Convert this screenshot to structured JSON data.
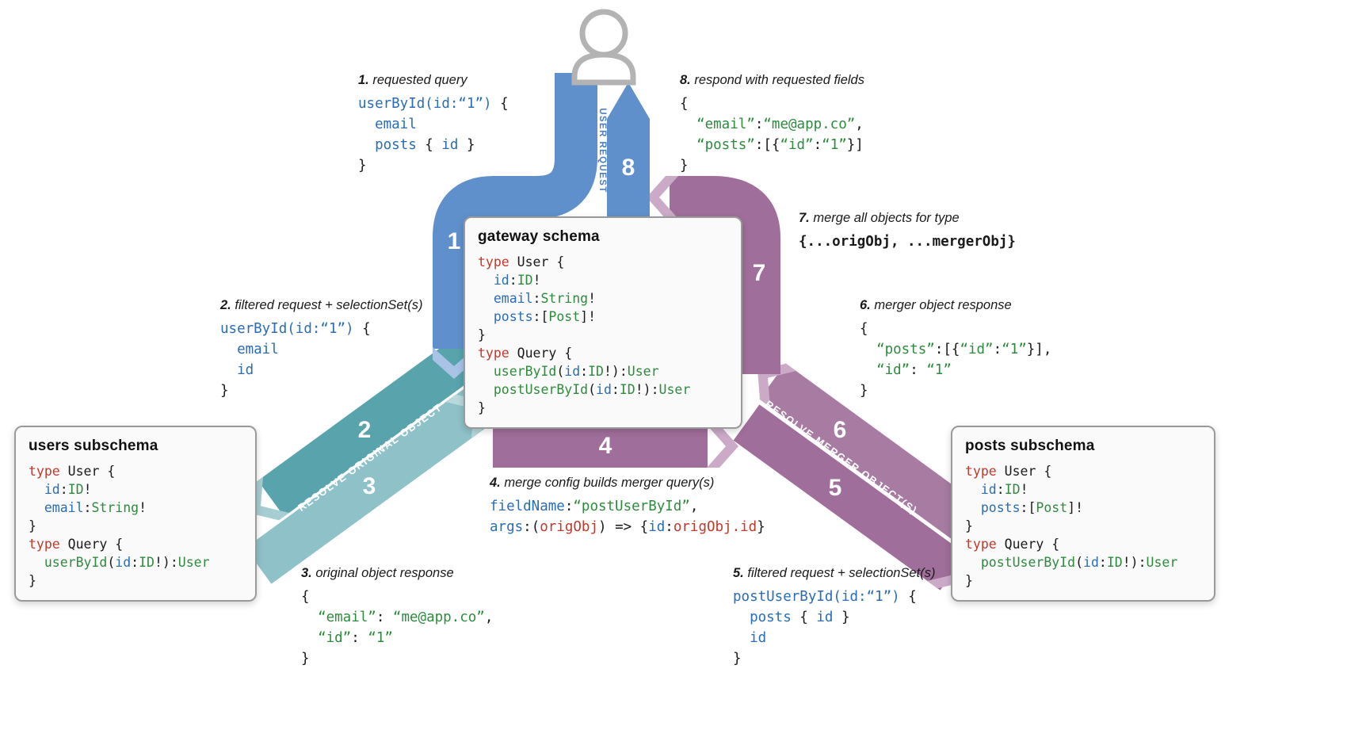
{
  "bands": {
    "user_request_label": "USER REQUEST",
    "resolve_original_label": "RESOLVE ORIGINAL OBJECT",
    "resolve_merger_label": "RESOLVE MERGER OBJECT(S)",
    "numbers": {
      "n1": "1",
      "n2": "2",
      "n3": "3",
      "n4": "4",
      "n5": "5",
      "n6": "6",
      "n7": "7",
      "n8": "8"
    },
    "colors": {
      "blue": "#6090cc",
      "blue_light": "#a8c3e6",
      "teal": "#58a3ac",
      "teal_light": "#8fc1c8",
      "teal_chevron": "#a6cdd2",
      "purple": "#a06e9a",
      "purple_light": "#a87ba2",
      "purple_chevron": "#cbaac7",
      "user_gray": "#b3b3b3"
    }
  },
  "gateway": {
    "title": "gateway schema",
    "code": [
      [
        [
          "r",
          "type"
        ],
        [
          "k",
          " User {"
        ]
      ],
      [
        [
          "k",
          "  "
        ],
        [
          "b",
          "id"
        ],
        [
          "k",
          ":"
        ],
        [
          "g",
          "ID"
        ],
        [
          "k",
          "!"
        ]
      ],
      [
        [
          "k",
          "  "
        ],
        [
          "b",
          "email"
        ],
        [
          "k",
          ":"
        ],
        [
          "g",
          "String"
        ],
        [
          "k",
          "!"
        ]
      ],
      [
        [
          "k",
          "  "
        ],
        [
          "b",
          "posts"
        ],
        [
          "k",
          ":["
        ],
        [
          "g",
          "Post"
        ],
        [
          "k",
          "]!"
        ]
      ],
      [
        [
          "k",
          "}"
        ]
      ],
      [
        [
          "r",
          "type"
        ],
        [
          "k",
          " Query {"
        ]
      ],
      [
        [
          "k",
          "  "
        ],
        [
          "g",
          "userById"
        ],
        [
          "k",
          "("
        ],
        [
          "b",
          "id"
        ],
        [
          "k",
          ":"
        ],
        [
          "g",
          "ID"
        ],
        [
          "k",
          "!):"
        ],
        [
          "g",
          "User"
        ]
      ],
      [
        [
          "k",
          "  "
        ],
        [
          "g",
          "postUserById"
        ],
        [
          "k",
          "("
        ],
        [
          "b",
          "id"
        ],
        [
          "k",
          ":"
        ],
        [
          "g",
          "ID"
        ],
        [
          "k",
          "!):"
        ],
        [
          "g",
          "User"
        ]
      ],
      [
        [
          "k",
          "}"
        ]
      ]
    ]
  },
  "users_subschema": {
    "title": "users subschema",
    "code": [
      [
        [
          "r",
          "type"
        ],
        [
          "k",
          " User {"
        ]
      ],
      [
        [
          "k",
          "  "
        ],
        [
          "b",
          "id"
        ],
        [
          "k",
          ":"
        ],
        [
          "g",
          "ID"
        ],
        [
          "k",
          "!"
        ]
      ],
      [
        [
          "k",
          "  "
        ],
        [
          "b",
          "email"
        ],
        [
          "k",
          ":"
        ],
        [
          "g",
          "String"
        ],
        [
          "k",
          "!"
        ]
      ],
      [
        [
          "k",
          "}"
        ]
      ],
      [
        [
          "r",
          "type"
        ],
        [
          "k",
          " Query {"
        ]
      ],
      [
        [
          "k",
          "  "
        ],
        [
          "g",
          "userById"
        ],
        [
          "k",
          "("
        ],
        [
          "b",
          "id"
        ],
        [
          "k",
          ":"
        ],
        [
          "g",
          "ID"
        ],
        [
          "k",
          "!):"
        ],
        [
          "g",
          "User"
        ]
      ],
      [
        [
          "k",
          "}"
        ]
      ]
    ]
  },
  "posts_subschema": {
    "title": "posts subschema",
    "code": [
      [
        [
          "r",
          "type"
        ],
        [
          "k",
          " User {"
        ]
      ],
      [
        [
          "k",
          "  "
        ],
        [
          "b",
          "id"
        ],
        [
          "k",
          ":"
        ],
        [
          "g",
          "ID"
        ],
        [
          "k",
          "!"
        ]
      ],
      [
        [
          "k",
          "  "
        ],
        [
          "b",
          "posts"
        ],
        [
          "k",
          ":["
        ],
        [
          "g",
          "Post"
        ],
        [
          "k",
          "]!"
        ]
      ],
      [
        [
          "k",
          "}"
        ]
      ],
      [
        [
          "r",
          "type"
        ],
        [
          "k",
          " Query {"
        ]
      ],
      [
        [
          "k",
          "  "
        ],
        [
          "g",
          "postUserById"
        ],
        [
          "k",
          "("
        ],
        [
          "b",
          "id"
        ],
        [
          "k",
          ":"
        ],
        [
          "g",
          "ID"
        ],
        [
          "k",
          "!):"
        ],
        [
          "g",
          "User"
        ]
      ],
      [
        [
          "k",
          "}"
        ]
      ]
    ]
  },
  "annotations": [
    {
      "num": "1.",
      "label": "requested query",
      "code": [
        [
          [
            "b",
            "userById(id:“1”)"
          ],
          [
            "k",
            " {"
          ]
        ],
        [
          [
            "k",
            "  "
          ],
          [
            "b",
            "email"
          ]
        ],
        [
          [
            "k",
            "  "
          ],
          [
            "b",
            "posts"
          ],
          [
            "k",
            " { "
          ],
          [
            "b",
            "id"
          ],
          [
            "k",
            " }"
          ]
        ],
        [
          [
            "k",
            "}"
          ]
        ]
      ]
    },
    {
      "num": "2.",
      "label": "filtered request + selectionSet(s)",
      "code": [
        [
          [
            "b",
            "userById(id:“1”)"
          ],
          [
            "k",
            " {"
          ]
        ],
        [
          [
            "k",
            "  "
          ],
          [
            "b",
            "email"
          ]
        ],
        [
          [
            "k",
            "  "
          ],
          [
            "b",
            "id"
          ]
        ],
        [
          [
            "k",
            "}"
          ]
        ]
      ]
    },
    {
      "num": "3.",
      "label": "original object response",
      "code": [
        [
          [
            "k",
            "{"
          ]
        ],
        [
          [
            "k",
            "  "
          ],
          [
            "g",
            "“email”"
          ],
          [
            "k",
            ": "
          ],
          [
            "g",
            "“me@app.co”"
          ],
          [
            "k",
            ","
          ]
        ],
        [
          [
            "k",
            "  "
          ],
          [
            "g",
            "“id”"
          ],
          [
            "k",
            ": "
          ],
          [
            "g",
            "“1”"
          ]
        ],
        [
          [
            "k",
            "}"
          ]
        ]
      ]
    },
    {
      "num": "4.",
      "label": "merge config builds merger query(s)",
      "code": [
        [
          [
            "b",
            "fieldName"
          ],
          [
            "k",
            ":"
          ],
          [
            "g",
            "“postUserById”"
          ],
          [
            "k",
            ","
          ]
        ],
        [
          [
            "b",
            "args"
          ],
          [
            "k",
            ":("
          ],
          [
            "r",
            "origObj"
          ],
          [
            "k",
            ") => {"
          ],
          [
            "b",
            "id"
          ],
          [
            "k",
            ":"
          ],
          [
            "r",
            "origObj.id"
          ],
          [
            "k",
            "}"
          ]
        ]
      ]
    },
    {
      "num": "5.",
      "label": "filtered request + selectionSet(s)",
      "code": [
        [
          [
            "b",
            "postUserById(id:“1”)"
          ],
          [
            "k",
            " {"
          ]
        ],
        [
          [
            "k",
            "  "
          ],
          [
            "b",
            "posts"
          ],
          [
            "k",
            " { "
          ],
          [
            "b",
            "id"
          ],
          [
            "k",
            " }"
          ]
        ],
        [
          [
            "k",
            "  "
          ],
          [
            "b",
            "id"
          ]
        ],
        [
          [
            "k",
            "}"
          ]
        ]
      ]
    },
    {
      "num": "6.",
      "label": "merger object response",
      "code": [
        [
          [
            "k",
            "{"
          ]
        ],
        [
          [
            "k",
            "  "
          ],
          [
            "g",
            "“posts”"
          ],
          [
            "k",
            ":[{"
          ],
          [
            "g",
            "“id”"
          ],
          [
            "k",
            ":"
          ],
          [
            "g",
            "“1”"
          ],
          [
            "k",
            "}],"
          ]
        ],
        [
          [
            "k",
            "  "
          ],
          [
            "g",
            "“id”"
          ],
          [
            "k",
            ": "
          ],
          [
            "g",
            "“1”"
          ]
        ],
        [
          [
            "k",
            "}"
          ]
        ]
      ]
    },
    {
      "num": "7.",
      "label": "merge all objects for type",
      "code": [
        [
          [
            "k",
            "{...origObj, ...mergerObj}"
          ]
        ]
      ]
    },
    {
      "num": "8.",
      "label": "respond with requested fields",
      "code": [
        [
          [
            "k",
            "{"
          ]
        ],
        [
          [
            "k",
            "  "
          ],
          [
            "g",
            "“email”"
          ],
          [
            "k",
            ":"
          ],
          [
            "g",
            "“me@app.co”"
          ],
          [
            "k",
            ","
          ]
        ],
        [
          [
            "k",
            "  "
          ],
          [
            "g",
            "“posts”"
          ],
          [
            "k",
            ":[{"
          ],
          [
            "g",
            "“id”"
          ],
          [
            "k",
            ":"
          ],
          [
            "g",
            "“1”"
          ],
          [
            "k",
            "}]"
          ]
        ],
        [
          [
            "k",
            "}"
          ]
        ]
      ]
    }
  ]
}
